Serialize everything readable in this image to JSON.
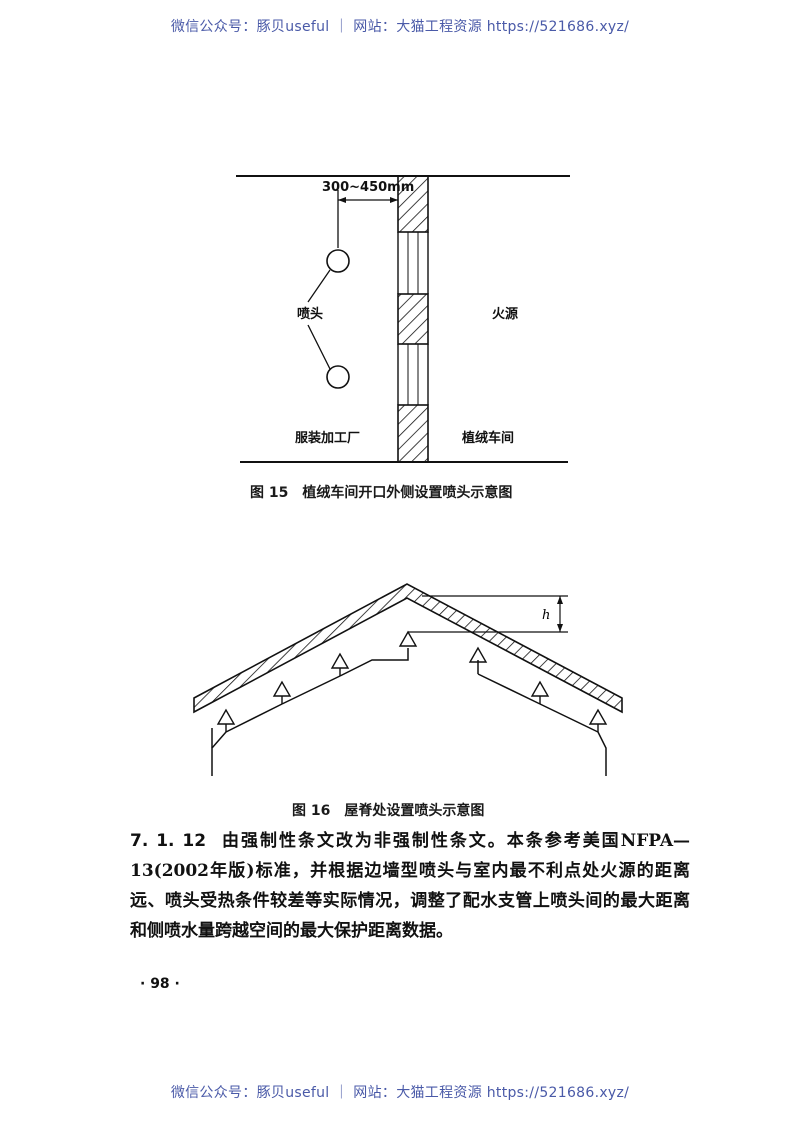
{
  "watermark": {
    "text": "微信公众号：豚贝useful ｜ 网站：大猫工程资源 https://521686.xyz/"
  },
  "figure15": {
    "dimension": "300~450mm",
    "sprinkler_label": "喷头",
    "fire_source_label": "火源",
    "left_room": "服装加工厂",
    "right_room": "植绒车间",
    "caption": "图 15　植绒车间开口外侧设置喷头示意图"
  },
  "figure16": {
    "height_label": "h",
    "caption": "图 16　屋脊处设置喷头示意图"
  },
  "section": {
    "number": "7. 1. 12",
    "text": "由强制性条文改为非强制性条文。本条参考美国NFPA—13(2002年版)标准，并根据边墙型喷头与室内最不利点处火源的距离远、喷头受热条件较差等实际情况，调整了配水支管上喷头间的最大距离和侧喷水量跨越空间的最大保护距离数据。"
  },
  "page_number": "· 98 ·"
}
